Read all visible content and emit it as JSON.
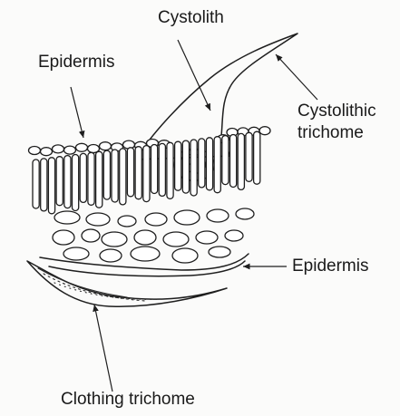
{
  "labels": {
    "cystolith": "Cystolith",
    "epidermis_upper": "Epidermis",
    "cystolithic_trichome_line1": "Cystolithic",
    "cystolithic_trichome_line2": "trichome",
    "epidermis_lower": "Epidermis",
    "clothing_trichome": "Clothing trichome"
  },
  "colors": {
    "ink": "#1e1e1e",
    "paper": "#fbfbfa"
  }
}
